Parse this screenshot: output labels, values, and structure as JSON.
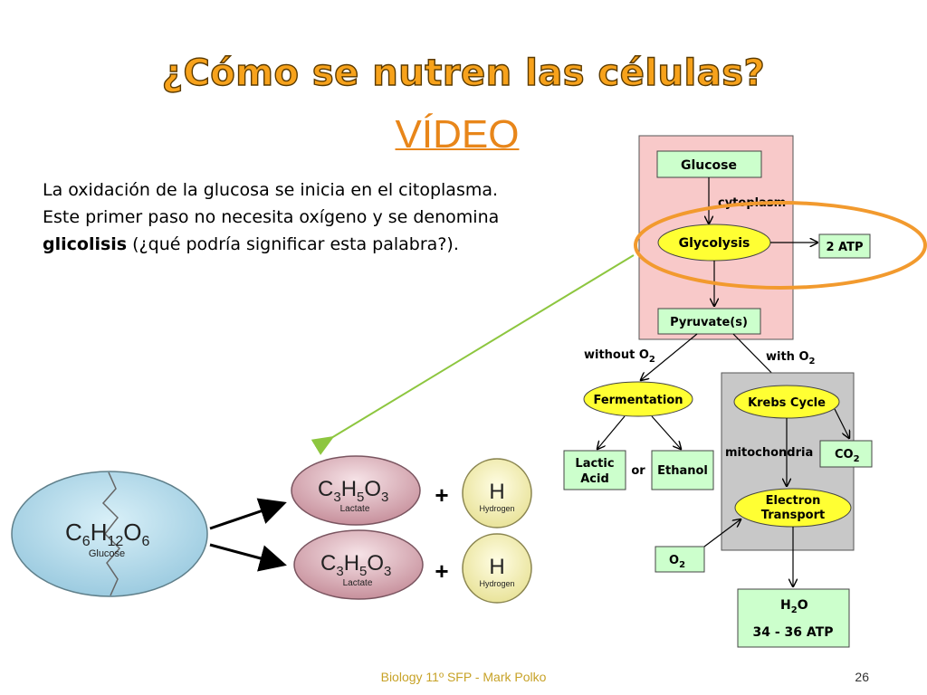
{
  "slide": {
    "title": "¿Cómo se nutren las células?",
    "video_link": "VÍDEO",
    "paragraph": {
      "part1": "La oxidación de la glucosa se inicia en el citoplasma. Este primer paso no necesita oxígeno y se denomina ",
      "bold": "glicolisis",
      "part2": " (¿qué podría significar esta palabra?)."
    },
    "footer": "Biology 11º SFP - Mark Polko",
    "page_number": "26"
  },
  "flowchart": {
    "glucose": "Glucose",
    "cytoplasm": "cytoplasm",
    "glycolysis": "Glycolysis",
    "atp2": "2 ATP",
    "pyruvate": "Pyruvate(s)",
    "without_o2": "without O",
    "with_o2": "with O",
    "sub2": "2",
    "fermentation": "Fermentation",
    "lactic1": "Lactic",
    "lactic2": "Acid",
    "or": "or",
    "ethanol": "Ethanol",
    "krebs": "Krebs Cycle",
    "mitochondria": "mitochondria",
    "co2": "CO",
    "electron1": "Electron",
    "electron2": "Transport",
    "o2": "O",
    "h2o": "H",
    "h2o_o": "O",
    "atp36": "34 - 36 ATP"
  },
  "molecules": {
    "glucose_c": "C",
    "glucose_6a": "6",
    "glucose_h": "H",
    "glucose_12": "12",
    "glucose_o": "O",
    "glucose_6b": "6",
    "glucose_name": "Glucose",
    "lactate_c": "C",
    "lactate_3": "3",
    "lactate_h": "H",
    "lactate_5": "5",
    "lactate_o": "O",
    "lactate_3b": "3",
    "lactate_name": "Lactate",
    "hydrogen_symbol": "H",
    "hydrogen_name": "Hydrogen",
    "plus": "+"
  },
  "colors": {
    "title": "#f7a21b",
    "cytoplasm_bg": "#f8c9c9",
    "mitochondria_bg": "#c8c8c8",
    "box_green": "#ccffcc",
    "oval_yellow": "#ffff33",
    "highlight_orange": "#f29a2e",
    "arrow_green": "#8dc63f",
    "glucose_blue": "#bfe3f0",
    "lactate_pink": "#e2b9c2",
    "hydrogen_yellow": "#f8f4bd"
  }
}
